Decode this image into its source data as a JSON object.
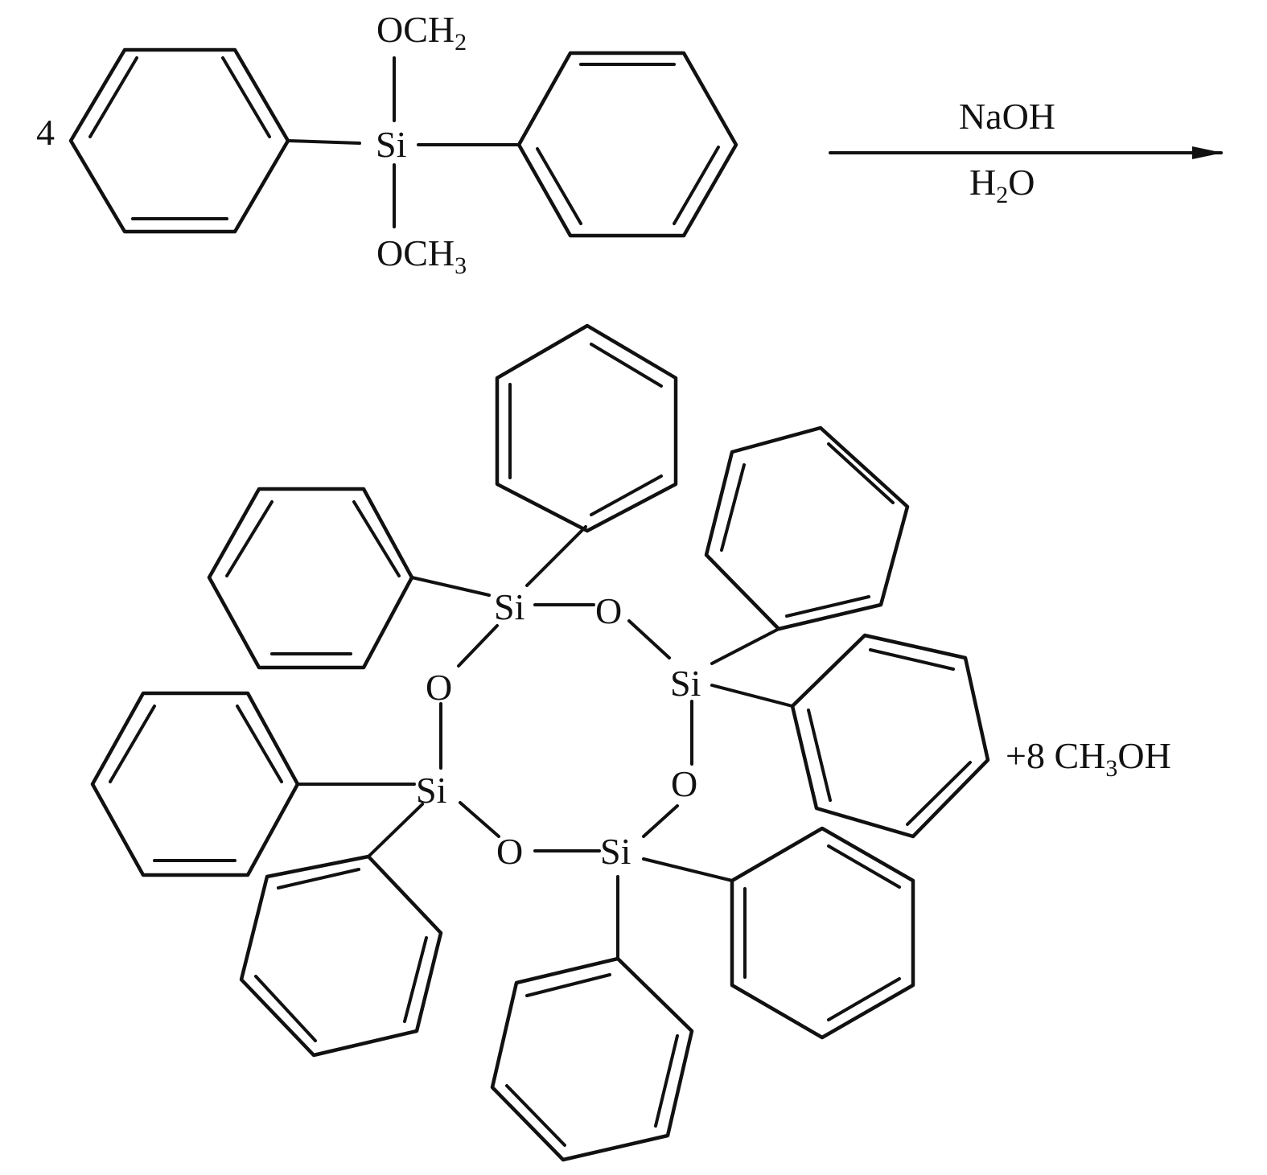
{
  "diagram": {
    "reactant": {
      "coefficient": "4",
      "center_atom": "Si",
      "top_group": {
        "main": "OCH",
        "subscript": "2"
      },
      "bottom_group": {
        "main": "OCH",
        "subscript": "3"
      }
    },
    "arrow": {
      "reagent_above": "NaOH",
      "reagent_below": {
        "main_h": "H",
        "subscript": "2",
        "main_o": "O"
      }
    },
    "product": {
      "ring_si_label": "Si",
      "ring_o_label": "O",
      "byproduct": {
        "prefix": "+8 CH",
        "subscript": "3",
        "suffix": "OH"
      }
    }
  }
}
